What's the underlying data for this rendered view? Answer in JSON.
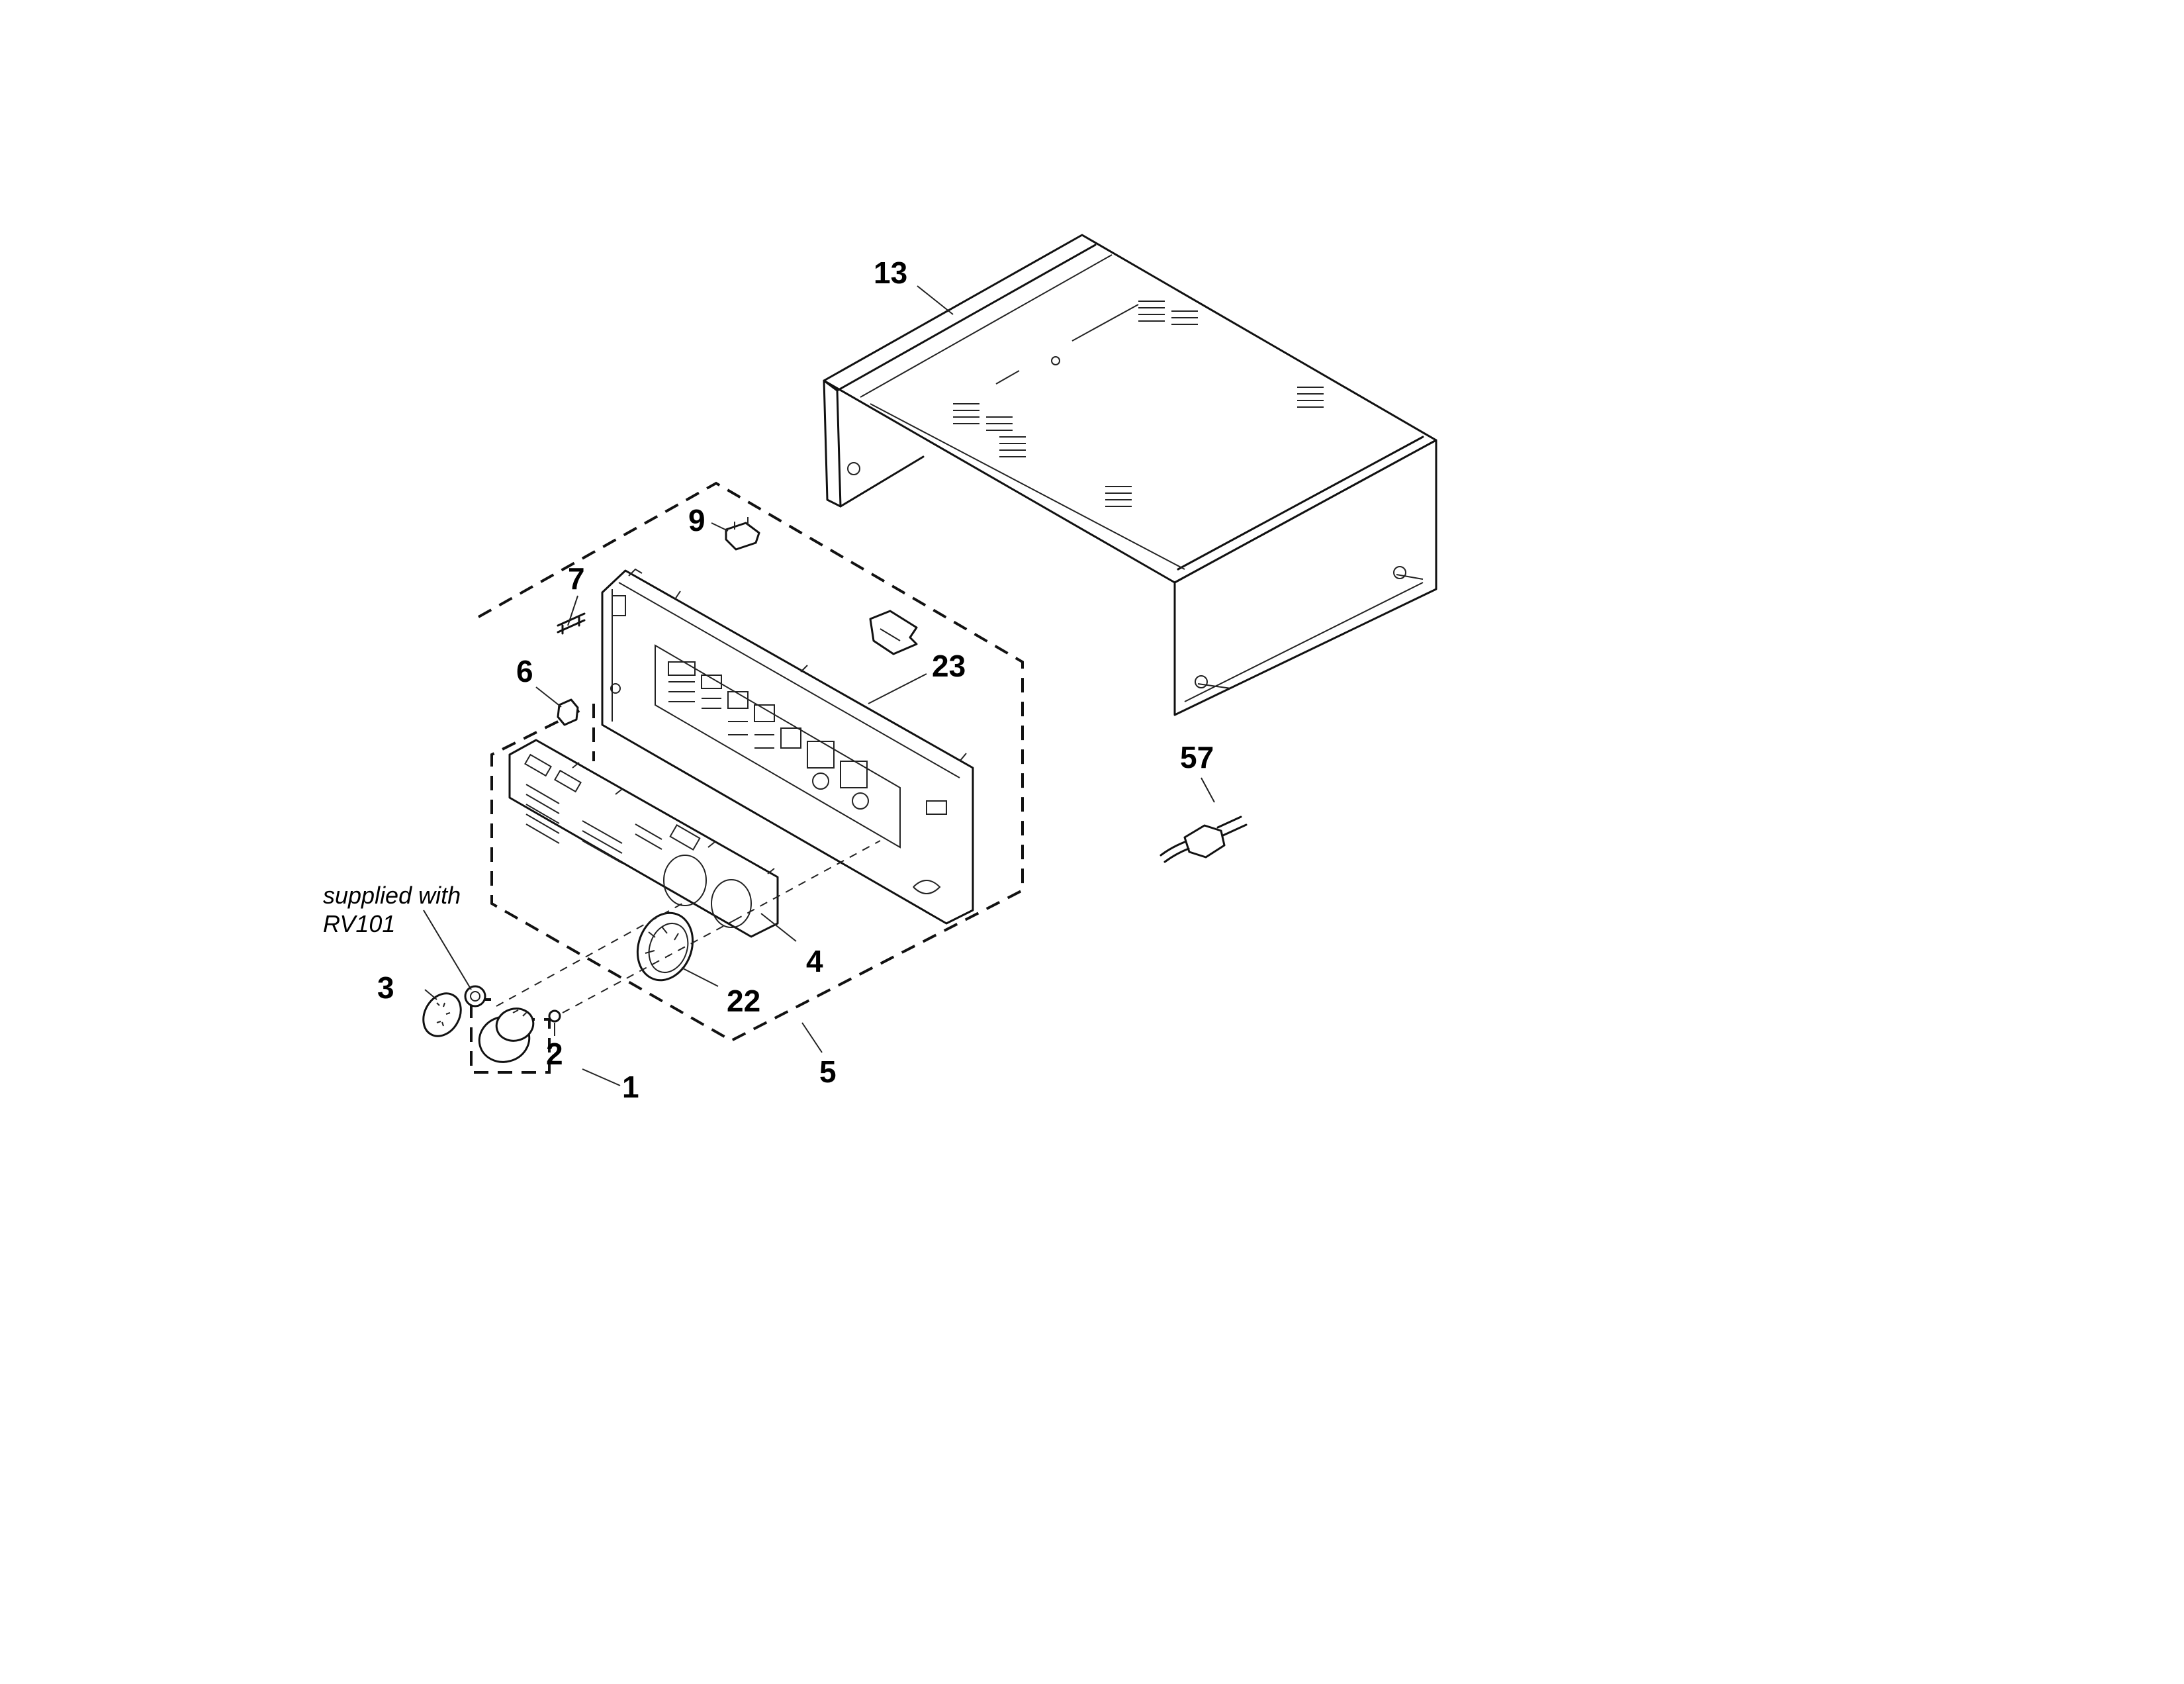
{
  "callouts": {
    "p1": "1",
    "p2": "2",
    "p3": "3",
    "p4": "4",
    "p5": "5",
    "p6": "6",
    "p7": "7",
    "p9": "9",
    "p13": "13",
    "p22": "22",
    "p23": "23",
    "p57": "57"
  },
  "note": {
    "line1": "supplied with",
    "line2": "RV101"
  },
  "colors": {
    "ink": "#111111",
    "paper": "#ffffff"
  }
}
